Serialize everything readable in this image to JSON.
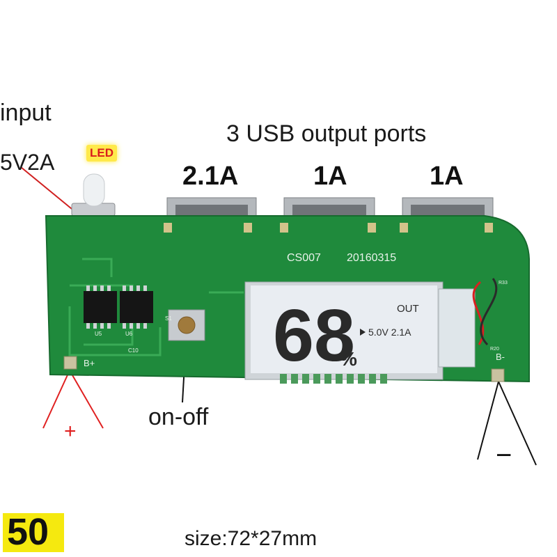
{
  "labels": {
    "input": "input",
    "voltage": "5V2A",
    "led": "LED",
    "usb_title": "3 USB output ports",
    "port_currents": [
      "2.1A",
      "1A",
      "1A"
    ],
    "on_off": "on-off",
    "plus": "+",
    "minus": "−",
    "size": "size:72*27mm",
    "badge": "50"
  },
  "pcb": {
    "model": "CS007",
    "date": "20160315",
    "b_plus": "B+",
    "b_minus": "B-",
    "parts": [
      "U5",
      "U6",
      "C10",
      "S1",
      "R33",
      "R20"
    ]
  },
  "lcd": {
    "percent": "68",
    "percent_sign": "%",
    "mode": "OUT",
    "reading": "5.0V  2.1A"
  },
  "colors": {
    "pcb": "#1f8a3c",
    "lcd_bg": "#e9edf2",
    "badge": "#f5e90f",
    "arrow_lines": "#e02020"
  }
}
